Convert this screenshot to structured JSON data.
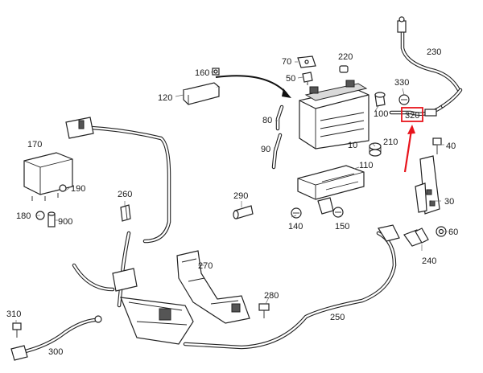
{
  "labels": {
    "p10": "10",
    "p30": "30",
    "p40": "40",
    "p50": "50",
    "p60": "60",
    "p70": "70",
    "p80": "80",
    "p90": "90",
    "p100": "100",
    "p110": "110",
    "p120": "120",
    "p140": "140",
    "p150": "150",
    "p160": "160",
    "p170": "170",
    "p180": "180",
    "p190": "190",
    "p210": "210",
    "p220": "220",
    "p230": "230",
    "p240": "240",
    "p250": "250",
    "p260": "260",
    "p270": "270",
    "p280": "280",
    "p290": "290",
    "p300": "300",
    "p310": "310",
    "p320": "320",
    "p330": "330",
    "p900": "900"
  },
  "highlight": {
    "part": "320",
    "color": "#e8141c"
  },
  "colors": {
    "line": "#222222",
    "background": "#ffffff"
  }
}
